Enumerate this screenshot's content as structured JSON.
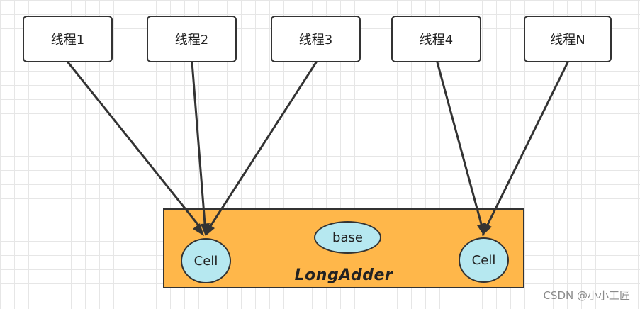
{
  "threads": [
    {
      "label": "线程1"
    },
    {
      "label": "线程2"
    },
    {
      "label": "线程3"
    },
    {
      "label": "线程4"
    },
    {
      "label": "线程N"
    }
  ],
  "container": {
    "label": "LongAdder"
  },
  "cells": [
    {
      "label": "Cell"
    },
    {
      "label": "Cell"
    }
  ],
  "base": {
    "label": "base"
  },
  "edges": [
    {
      "from": "线程1",
      "to": "Cell (left)"
    },
    {
      "from": "线程2",
      "to": "Cell (left)"
    },
    {
      "from": "线程3",
      "to": "Cell (left)"
    },
    {
      "from": "线程4",
      "to": "Cell (right)"
    },
    {
      "from": "线程N",
      "to": "Cell (right)"
    }
  ],
  "watermark": {
    "text": "CSDN @小小工匠"
  },
  "colors": {
    "container_fill": "#ffb74a",
    "cell_fill": "#b6e8f0",
    "stroke": "#333333",
    "node_fill": "#ffffff"
  }
}
